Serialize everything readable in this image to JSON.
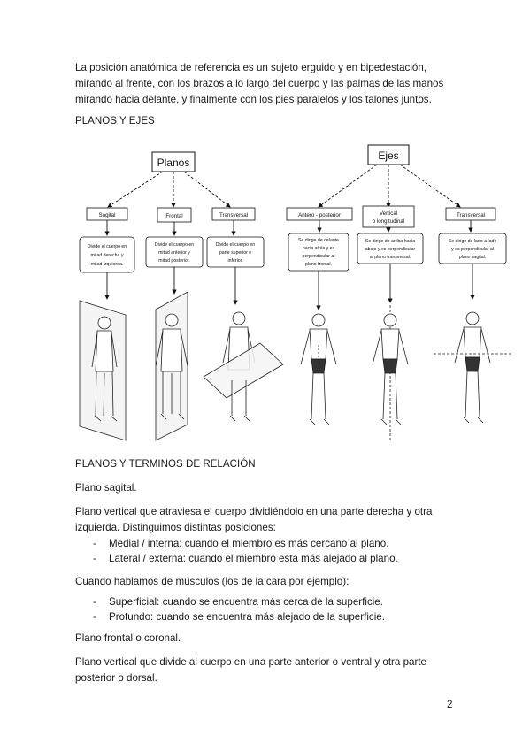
{
  "intro": "La posición anatómica de referencia es un sujeto erguido y en bipedestación, mirando al frente, con los brazos a lo largo del cuerpo y las palmas de las manos mirando hacia delante, y finalmente con los pies paralelos y los talones juntos.",
  "section1_title": "PLANOS Y EJES",
  "diagram": {
    "planos_title": "Planos",
    "ejes_title": "Ejes",
    "planos": [
      {
        "name": "Sagital",
        "desc": [
          "Divide el cuerpo en",
          "mitad derecha y",
          "mitad izquierda."
        ]
      },
      {
        "name": "Frontal",
        "desc": [
          "Divide el cuerpo en",
          "mitad anterior y",
          "mitad posterior."
        ]
      },
      {
        "name": "Transversal",
        "desc": [
          "Divide el cuerpo en",
          "parte superior e",
          "inferior."
        ]
      }
    ],
    "ejes": [
      {
        "name": [
          "Antero - posterior"
        ],
        "desc": [
          "Se dirige de delante",
          "hacia atrás y es",
          "perpendicular al",
          "plano frontal."
        ]
      },
      {
        "name": [
          "Vertical",
          "o longitudinal"
        ],
        "desc": [
          "Se dirige de arriba hacia",
          "abajo y es perpendicular",
          "al plano transversal."
        ]
      },
      {
        "name": [
          "Transversal"
        ],
        "desc": [
          "Se dirige de lado a lado",
          "y es perpendicular al",
          "plano sagital."
        ]
      }
    ]
  },
  "section2_title": "PLANOS Y TERMINOS DE RELACIÓN",
  "plano_sagital_title": "Plano sagital.",
  "plano_sagital_desc": "Plano vertical que atraviesa el cuerpo dividiéndolo en una parte derecha y otra izquierda. Distinguimos distintas posiciones:",
  "positions": [
    "Medial / interna: cuando el miembro es más cercano al plano.",
    "Lateral / externa: cuando el miembro está más alejado al plano."
  ],
  "musculos_intro": "Cuando hablamos de músculos (los de la cara por ejemplo):",
  "musculos": [
    "Superficial: cuando se encuentra más cerca de la superficie.",
    "Profundo: cuando se encuentra más alejado de la superficie."
  ],
  "plano_frontal_title": "Plano frontal o coronal.",
  "plano_frontal_desc": "Plano vertical que divide al cuerpo en una parte anterior o ventral y otra parte posterior o dorsal.",
  "bullet": "-",
  "page_number": "2"
}
